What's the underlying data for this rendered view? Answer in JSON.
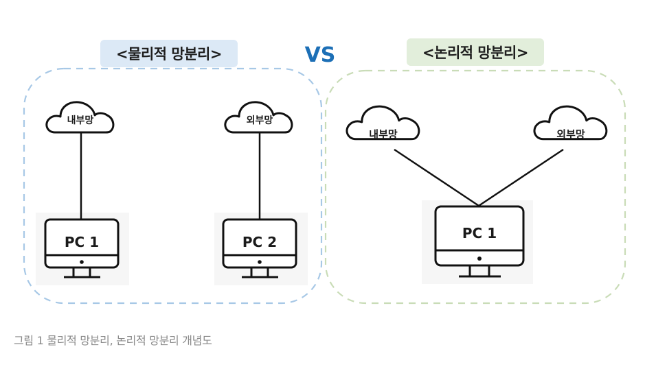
{
  "diagram": {
    "physical": {
      "title": "<물리적 망분리>",
      "internal_network": "내부망",
      "external_network": "외부망",
      "pc1": "PC 1",
      "pc2": "PC 2",
      "border_color": "#a7c8e6",
      "badge_color": "#dce9f6"
    },
    "vs_label": "VS",
    "vs_color": "#1c6fb6",
    "logical": {
      "title": "<논리적 망분리>",
      "internal_network": "내부망",
      "external_network": "외부망",
      "pc1": "PC 1",
      "border_color": "#c9dcb7",
      "badge_color": "#e2eedb"
    }
  },
  "caption": "그림 1 물리적 망분리, 논리적 망분리 개념도"
}
